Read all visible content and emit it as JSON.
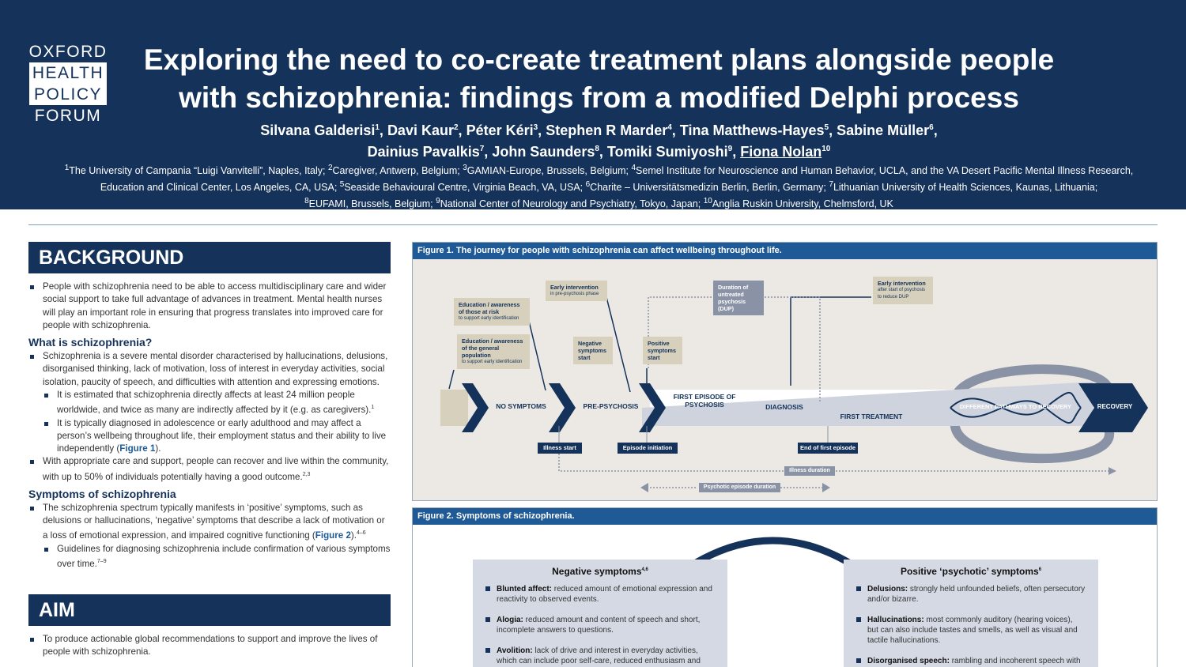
{
  "logo": {
    "line1": "OXFORD",
    "line2": "HEALTH",
    "line3": "POLICY",
    "line4": "FORUM"
  },
  "title": {
    "line1": "Exploring the need to co-create treatment plans alongside people",
    "line2": "with schizophrenia: findings from a modified Delphi process"
  },
  "authors": [
    {
      "name": "Silvana Galderisi",
      "sup": "1"
    },
    {
      "name": "Davi Kaur",
      "sup": "2"
    },
    {
      "name": "Péter Kéri",
      "sup": "3"
    },
    {
      "name": "Stephen R Marder",
      "sup": "4"
    },
    {
      "name": "Tina Matthews-Hayes",
      "sup": "5"
    },
    {
      "name": "Sabine Müller",
      "sup": "6"
    },
    {
      "name": "Dainius Pavalkis",
      "sup": "7"
    },
    {
      "name": "John Saunders",
      "sup": "8"
    },
    {
      "name": "Tomiki Sumiyoshi",
      "sup": "9"
    },
    {
      "name": "Fiona Nolan",
      "sup": "10"
    }
  ],
  "affiliations": [
    {
      "sup": "1",
      "text": "The University of Campania “Luigi Vanvitelli”, Naples, Italy; "
    },
    {
      "sup": "2",
      "text": "Caregiver, Antwerp, Belgium; "
    },
    {
      "sup": "3",
      "text": "GAMIAN-Europe, Brussels, Belgium; "
    },
    {
      "sup": "4",
      "text": "Semel Institute for Neuroscience and Human Behavior, UCLA, and the VA Desert Pacific Mental Illness Research, Education and Clinical Center, Los Angeles, CA, USA; "
    },
    {
      "sup": "5",
      "text": "Seaside Behavioural Centre, Virginia Beach, VA, USA; "
    },
    {
      "sup": "6",
      "text": "Charite – Universitätsmedizin Berlin, Berlin, Germany; "
    },
    {
      "sup": "7",
      "text": "Lithuanian University of Health Sciences, Kaunas, Lithuania; "
    },
    {
      "sup": "8",
      "text": "EUFAMI, Brussels, Belgium; "
    },
    {
      "sup": "9",
      "text": "National Center of Neurology and Psychiatry, Tokyo, Japan; "
    },
    {
      "sup": "10",
      "text": "Anglia Ruskin University, Chelmsford, UK"
    }
  ],
  "background": {
    "heading": "BACKGROUND",
    "intro": "People with schizophrenia need to be able to access multidisciplinary care and wider social support to take full advantage of advances in treatment. Mental health nurses will play an important role in ensuring that progress translates into improved care for people with schizophrenia.",
    "what_heading": "What is schizophrenia?",
    "what_1": "Schizophrenia is a severe mental disorder characterised by hallucinations, delusions, disorganised thinking, lack of motivation, loss of interest in everyday activities, social isolation, paucity of speech, and difficulties with attention and expressing emotions.",
    "what_1a": "It is estimated that schizophrenia directly affects at least 24 million people worldwide, and twice as many are indirectly affected by it (e.g. as caregivers).",
    "what_1a_sup": "1",
    "what_1b_pre": "It is typically diagnosed in adolescence or early adulthood and may affect a person’s wellbeing throughout life, their employment status and their ability to live independently (",
    "what_1b_link": "Figure 1",
    "what_1b_post": ").",
    "what_2": "With appropriate care and support, people can recover and live within the community, with up to 50% of individuals potentially having a good outcome.",
    "what_2_sup": "2,3",
    "sym_heading": "Symptoms of schizophrenia",
    "sym_1_pre": "The schizophrenia spectrum typically manifests in ‘positive’ symptoms, such as delusions or hallucinations, ‘negative’ symptoms that describe a lack of motivation or a loss of emotional expression, and impaired cognitive functioning (",
    "sym_1_link": "Figure 2",
    "sym_1_post": ").",
    "sym_1_sup": "4–6",
    "sym_1a": "Guidelines for diagnosing schizophrenia include confirmation of various symptoms over time.",
    "sym_1a_sup": "7–9"
  },
  "aim": {
    "heading": "AIM",
    "text": "To produce actionable global recommendations to support and improve the lives of people with schizophrenia."
  },
  "figure1": {
    "caption": "Figure 1. The journey for people with schizophrenia can affect wellbeing throughout life.",
    "boxes": {
      "edu_risk_title": "Education / awareness of those at risk",
      "edu_risk_sub": "to support early identification",
      "early_pre_title": "Early intervention",
      "early_pre_sub": "in pre-psychosis phase",
      "dup": "Duration of untreated psychosis (DUP)",
      "early_after_title": "Early intervention",
      "early_after_sub": "after start of psychosis to reduce DUP",
      "edu_gen_title": "Education / awareness of the general population",
      "edu_gen_sub": "to support early identification",
      "neg_start": "Negative symptoms start",
      "pos_start": "Positive symptoms start"
    },
    "stages": {
      "no_symptoms": "NO SYMPTOMS",
      "pre_psychosis": "PRE-PSYCHOSIS",
      "first_episode": "FIRST EPISODE OF PSYCHOSIS",
      "diagnosis": "DIAGNOSIS",
      "first_treatment": "FIRST TREATMENT",
      "pathways": "DIFFERENT PATHWAYS TO RECOVERY",
      "recovery": "RECOVERY"
    },
    "markers": {
      "illness_start": "Illness start",
      "episode_initiation": "Episode initiation",
      "end_first": "End of first episode",
      "illness_duration": "Illness duration",
      "psychotic_duration": "Psychotic episode duration"
    }
  },
  "figure2": {
    "caption": "Figure 2. Symptoms of schizophrenia.",
    "negative": {
      "title": "Negative symptoms",
      "title_sup": "4,6",
      "items": [
        {
          "term": "Blunted affect:",
          "desc": " reduced amount of emotional expression and reactivity to observed events."
        },
        {
          "term": "Alogia:",
          "desc": " reduced amount and content of speech and short, incomplete answers to questions."
        },
        {
          "term": "Avolition:",
          "desc": " lack of drive and interest in everyday activities, which can include poor self-care, reduced enthusiasm and motivation."
        }
      ]
    },
    "positive": {
      "title": "Positive ‘psychotic’ symptoms",
      "title_sup": "6",
      "items": [
        {
          "term": "Delusions:",
          "desc": " strongly held unfounded beliefs, often persecutory and/or bizarre."
        },
        {
          "term": "Hallucinations:",
          "desc": " most commonly auditory (hearing voices), but can also include tastes and smells, as well as visual and tactile hallucinations."
        },
        {
          "term": "Disorganised speech:",
          "desc": " rambling and incoherent speech with"
        }
      ]
    }
  },
  "colors": {
    "navy": "#14325a",
    "accent_blue": "#1f5a96",
    "tan": "#d6d0bc",
    "panel": "#d4d9e4"
  }
}
